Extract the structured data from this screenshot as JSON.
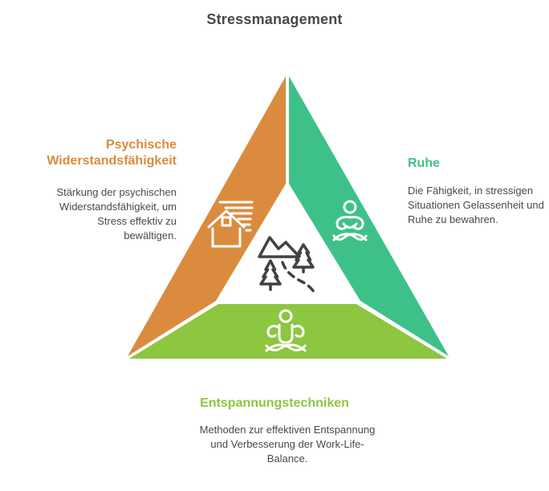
{
  "title": "Stressmanagement",
  "colors": {
    "orange": "#db8b3e",
    "green": "#3ec189",
    "light_green": "#8dc63f",
    "text_dark": "#46494c",
    "band_icon_stroke": "#ffffff",
    "center_icon_stroke": "#3f4245",
    "background": "#ffffff"
  },
  "sections": {
    "left": {
      "heading": "Psychische Widerstandsfähigkeit",
      "body": "Stärkung der psychischen Widerstandsfähigkeit, um Stress effektiv zu bewältigen.",
      "accent_color": "#db8b3e",
      "icon": "house-wind-icon"
    },
    "right": {
      "heading": "Ruhe",
      "body": "Die Fähigkeit, in stressigen Situationen Gelassenheit und Ruhe zu bewahren.",
      "accent_color": "#3ec189",
      "icon": "seated-meditation-icon"
    },
    "bottom": {
      "heading": "Entspannungstechniken",
      "body": "Methoden zur effektiven Entspannung und Verbesserung der Work-Life-Balance.",
      "accent_color": "#8dc63f",
      "icon": "lotus-pose-icon"
    }
  },
  "center_icon": "mountains-trees-trail-icon"
}
